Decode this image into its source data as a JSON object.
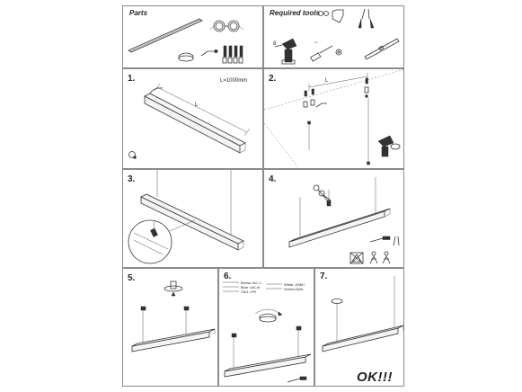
{
  "panels": {
    "parts": {
      "title": "Parts"
    },
    "tools": {
      "title": "Required tools"
    },
    "step1": {
      "number": "1.",
      "length_label": "L=1000mm",
      "dimension_label": "L"
    },
    "step2": {
      "number": "2.",
      "dimension_label": "L"
    },
    "step3": {
      "number": "3."
    },
    "step4": {
      "number": "4."
    },
    "step5": {
      "number": "5."
    },
    "step6": {
      "number": "6.",
      "wiring": [
        "Brown=AC-L",
        "Blue  =AC-N",
        "Y&G   =PE",
        "White =DIM+",
        "Green=DIM-"
      ]
    },
    "step7": {
      "number": "7."
    }
  },
  "final_label": "OK!!!"
}
